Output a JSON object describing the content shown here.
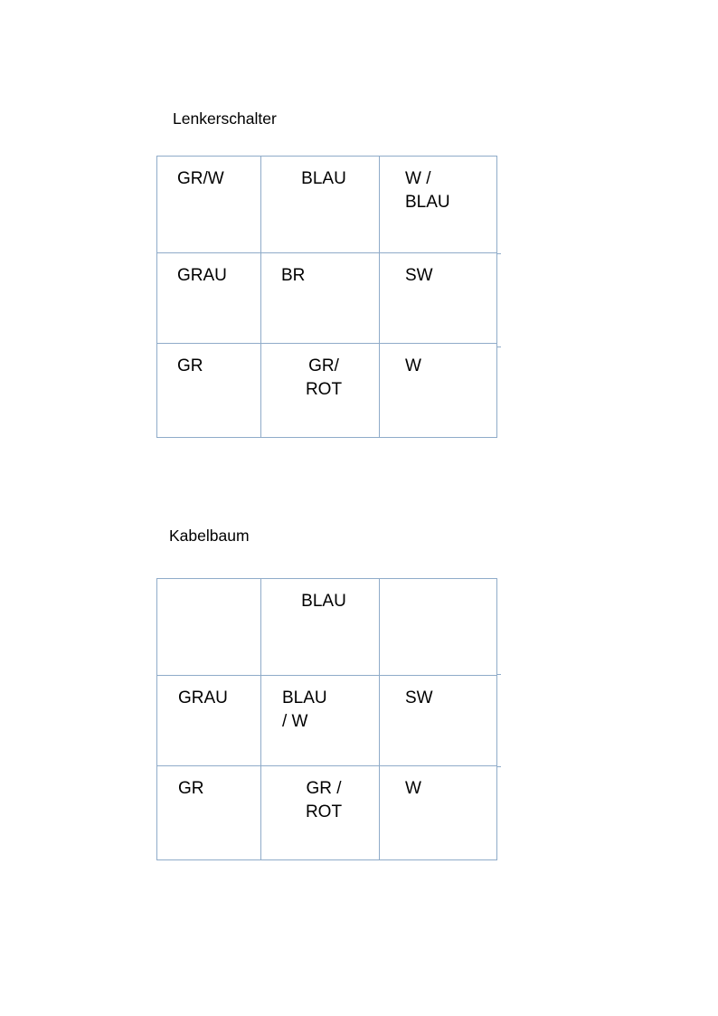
{
  "document": {
    "sections": [
      {
        "heading": "Lenkerschalter",
        "table": {
          "rows": [
            [
              "GR/W",
              "BLAU",
              "W /\nBLAU"
            ],
            [
              "GRAU",
              "BR",
              "SW"
            ],
            [
              "GR",
              "GR/\nROT",
              "W"
            ]
          ]
        }
      },
      {
        "heading": "Kabelbaum",
        "table": {
          "rows": [
            [
              "",
              "BLAU",
              ""
            ],
            [
              "GRAU",
              "BLAU\n/ W",
              "SW"
            ],
            [
              "GR",
              "GR /\nROT",
              "W"
            ]
          ]
        }
      }
    ]
  },
  "style": {
    "page_background": "#ffffff",
    "table_outer_border_color": "#4f7296",
    "table_inner_border_color": "#8fabc9",
    "text_color": "#000000"
  }
}
